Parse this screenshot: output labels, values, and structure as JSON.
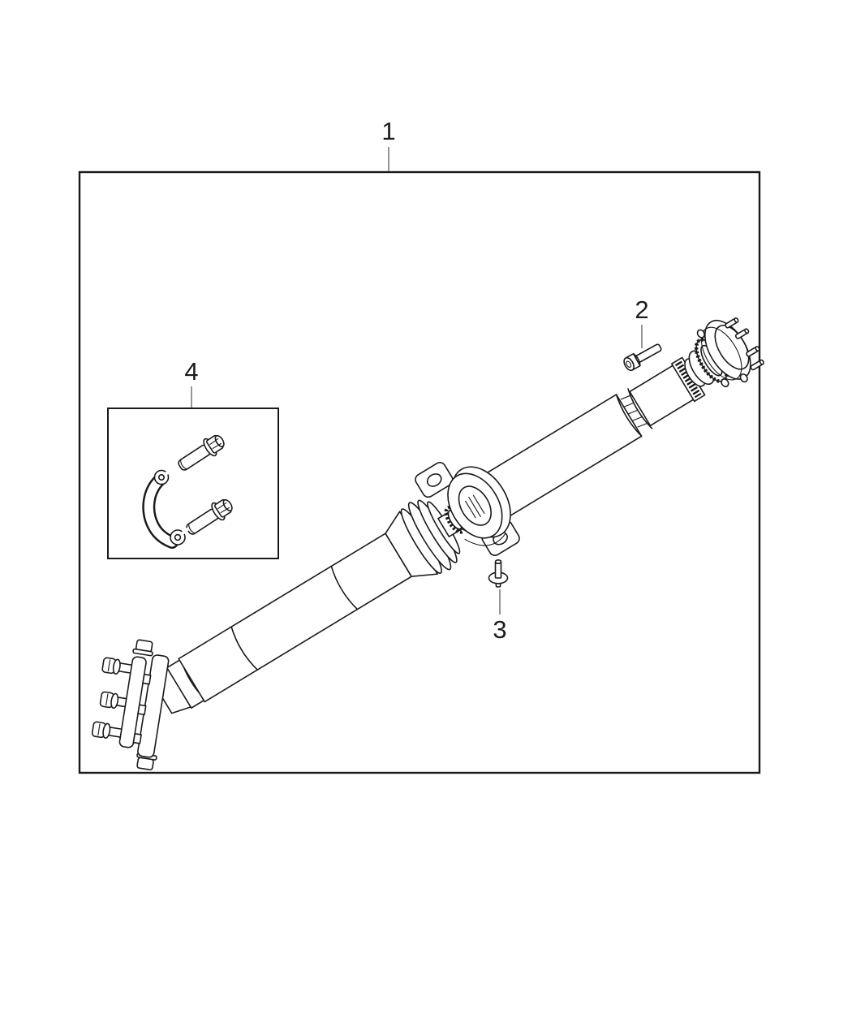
{
  "diagram": {
    "kind": "exploded-parts-diagram",
    "description": "Rear drive shaft line-art parts diagram with numbered callouts",
    "callouts": [
      {
        "label": "1"
      },
      {
        "label": "2"
      },
      {
        "label": "3"
      },
      {
        "label": "4"
      }
    ],
    "colors": {
      "background": "#ffffff",
      "line": "#1a1a1a",
      "leader": "#8a8a8a",
      "label_text": "#1d1d1d"
    }
  }
}
